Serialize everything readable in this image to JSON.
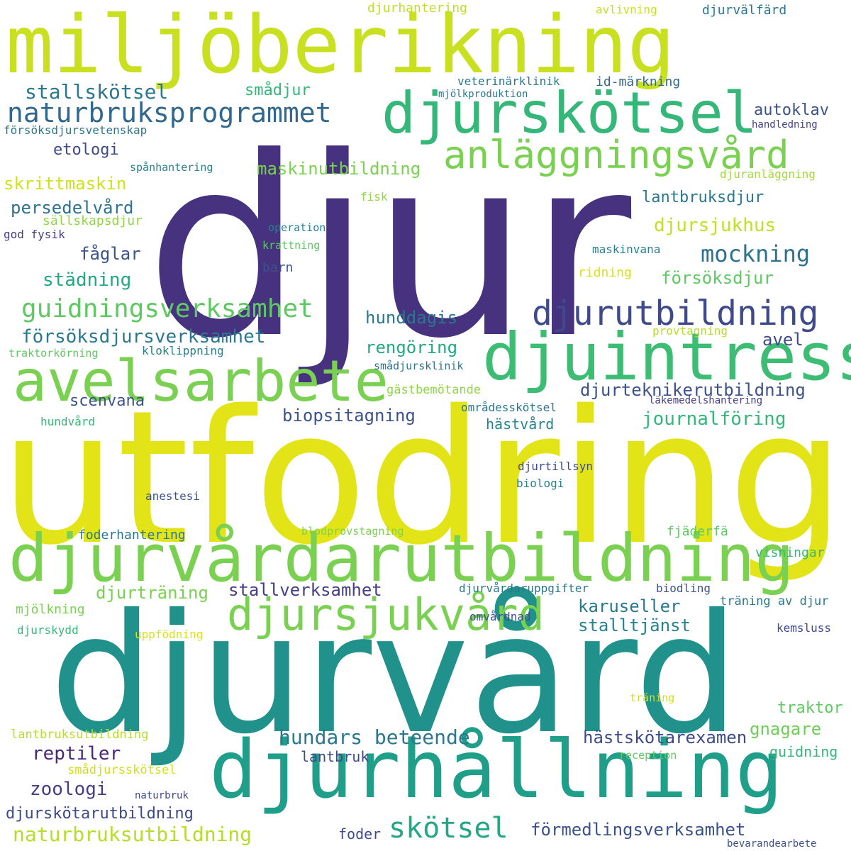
{
  "cloud": {
    "background": "#ffffff",
    "words": [
      {
        "text": "djur",
        "color": "#46327e"
      },
      {
        "text": "utfodring",
        "color": "#e2e418"
      },
      {
        "text": "djurvård",
        "color": "#21918c"
      },
      {
        "text": "miljöberikning",
        "color": "#c8e020"
      },
      {
        "text": "djurhållning",
        "color": "#1f9e89"
      },
      {
        "text": "djurvårdarutbildning",
        "color": "#7ad151"
      },
      {
        "text": "djuintresse",
        "color": "#3dbc74"
      },
      {
        "text": "djurskötsel",
        "color": "#35b779"
      },
      {
        "text": "avelsarbete",
        "color": "#7ad151"
      },
      {
        "text": "djursjukvård",
        "color": "#7ad151"
      },
      {
        "text": "anläggningsvård",
        "color": "#7ad151"
      },
      {
        "text": "djurutbildning",
        "color": "#3e4a89"
      },
      {
        "text": "naturbruksprogrammet",
        "color": "#31688e"
      },
      {
        "text": "guidningsverksamhet",
        "color": "#5ec962"
      },
      {
        "text": "mockning",
        "color": "#2c728e"
      },
      {
        "text": "skötsel",
        "color": "#22a884"
      },
      {
        "text": "hundars beteende",
        "color": "#2a788e"
      },
      {
        "text": "försöksdjursverksamhet",
        "color": "#2a788e"
      },
      {
        "text": "stallskötsel",
        "color": "#2a788e"
      },
      {
        "text": "djurteknikerutbildning",
        "color": "#3b528b"
      },
      {
        "text": "naturbruksutbildning",
        "color": "#b5de2b"
      },
      {
        "text": "förmedlingsverksamhet",
        "color": "#3b528b"
      },
      {
        "text": "hästskötarexamen",
        "color": "#3e4a89"
      },
      {
        "text": "djursjukhus",
        "color": "#c2df23"
      },
      {
        "text": "stallverksamhet",
        "color": "#433e85"
      },
      {
        "text": "rengöring",
        "color": "#22a884"
      },
      {
        "text": "skrittmaskin",
        "color": "#d0e11c"
      },
      {
        "text": "maskinutbildning",
        "color": "#7ad151"
      },
      {
        "text": "biopsitagning",
        "color": "#3b528b"
      },
      {
        "text": "journalföring",
        "color": "#35b779"
      },
      {
        "text": "karuseller",
        "color": "#2a788e"
      },
      {
        "text": "stalltjänst",
        "color": "#26828e"
      },
      {
        "text": "djurträning",
        "color": "#7ad151"
      },
      {
        "text": "försöksdjur",
        "color": "#5ec962"
      },
      {
        "text": "städning",
        "color": "#22a884"
      },
      {
        "text": "hunddagis",
        "color": "#2a788e"
      },
      {
        "text": "lantbruksdjur",
        "color": "#2a788e"
      },
      {
        "text": "reptiler",
        "color": "#482878"
      },
      {
        "text": "zoologi",
        "color": "#433e85"
      },
      {
        "text": "gnagare",
        "color": "#6ece58"
      },
      {
        "text": "djurskötarutbildning",
        "color": "#3e4a89"
      },
      {
        "text": "persedelvård",
        "color": "#2c728e"
      },
      {
        "text": "fåglar",
        "color": "#3b528b"
      },
      {
        "text": "etologi",
        "color": "#3e4a89"
      },
      {
        "text": "autoklav",
        "color": "#3b528b"
      },
      {
        "text": "smådjur",
        "color": "#35b779"
      },
      {
        "text": "scenvana",
        "color": "#3b528b"
      },
      {
        "text": "avel",
        "color": "#3e4a89"
      },
      {
        "text": "hästvård",
        "color": "#26828e"
      },
      {
        "text": "traktor",
        "color": "#5ec962"
      },
      {
        "text": "guidning",
        "color": "#35b779"
      },
      {
        "text": "lantbruk",
        "color": "#3e4a89"
      },
      {
        "text": "foder",
        "color": "#3e4a89"
      },
      {
        "text": "djurhantering",
        "color": "#bddf26"
      },
      {
        "text": "djurvälfärd",
        "color": "#2a788e"
      },
      {
        "text": "avlivning",
        "color": "#c8e020"
      },
      {
        "text": "veterinärklinik",
        "color": "#2a788e"
      },
      {
        "text": "id-märkning",
        "color": "#31688e"
      },
      {
        "text": "mjölkproduktion",
        "color": "#2a788e"
      },
      {
        "text": "försöksdjursvetenskap",
        "color": "#2a788e"
      },
      {
        "text": "handledning",
        "color": "#433e85"
      },
      {
        "text": "spånhantering",
        "color": "#26828e"
      },
      {
        "text": "djuranläggning",
        "color": "#a0da39"
      },
      {
        "text": "fisk",
        "color": "#90d743"
      },
      {
        "text": "sällskapsdjur",
        "color": "#90d743"
      },
      {
        "text": "god fysik",
        "color": "#433e85"
      },
      {
        "text": "operation",
        "color": "#26828e"
      },
      {
        "text": "krattning",
        "color": "#5ec962"
      },
      {
        "text": "maskinvana",
        "color": "#26828e"
      },
      {
        "text": "barn",
        "color": "#3b528b"
      },
      {
        "text": "ridning",
        "color": "#d8e219"
      },
      {
        "text": "provtagning",
        "color": "#b5de2b"
      },
      {
        "text": "traktorkörning",
        "color": "#5ec962"
      },
      {
        "text": "kloklippning",
        "color": "#26828e"
      },
      {
        "text": "smådjursklinik",
        "color": "#2c728e"
      },
      {
        "text": "gästbemötande",
        "color": "#90d743"
      },
      {
        "text": "områdesskötsel",
        "color": "#2a788e"
      },
      {
        "text": "läkemedelshantering",
        "color": "#433e85"
      },
      {
        "text": "hundvård",
        "color": "#35b779"
      },
      {
        "text": "djurtillsyn",
        "color": "#3e4a89"
      },
      {
        "text": "biologi",
        "color": "#26828e"
      },
      {
        "text": "anestesi",
        "color": "#3b528b"
      },
      {
        "text": "foderhantering",
        "color": "#2a788e"
      },
      {
        "text": "blodprovstagning",
        "color": "#7ad151"
      },
      {
        "text": "fjäderfä",
        "color": "#5ec962"
      },
      {
        "text": "visningar",
        "color": "#35b779"
      },
      {
        "text": "djurvårdaruppgifter",
        "color": "#2a788e"
      },
      {
        "text": "biodling",
        "color": "#3b528b"
      },
      {
        "text": "träning av djur",
        "color": "#2a788e"
      },
      {
        "text": "mjölkning",
        "color": "#7ad151"
      },
      {
        "text": "djurskydd",
        "color": "#35b779"
      },
      {
        "text": "uppfödning",
        "color": "#d8e219"
      },
      {
        "text": "omvårdnad",
        "color": "#3b528b"
      },
      {
        "text": "kemsluss",
        "color": "#3e4a89"
      },
      {
        "text": "träning",
        "color": "#d0e11c"
      },
      {
        "text": "lantbruksutbildning",
        "color": "#b5de2b"
      },
      {
        "text": "smådjursskötsel",
        "color": "#d0e11c"
      },
      {
        "text": "reception",
        "color": "#5ec962"
      },
      {
        "text": "naturbruk",
        "color": "#3e4a89"
      },
      {
        "text": "bevarandearbete",
        "color": "#3b528b"
      }
    ]
  }
}
